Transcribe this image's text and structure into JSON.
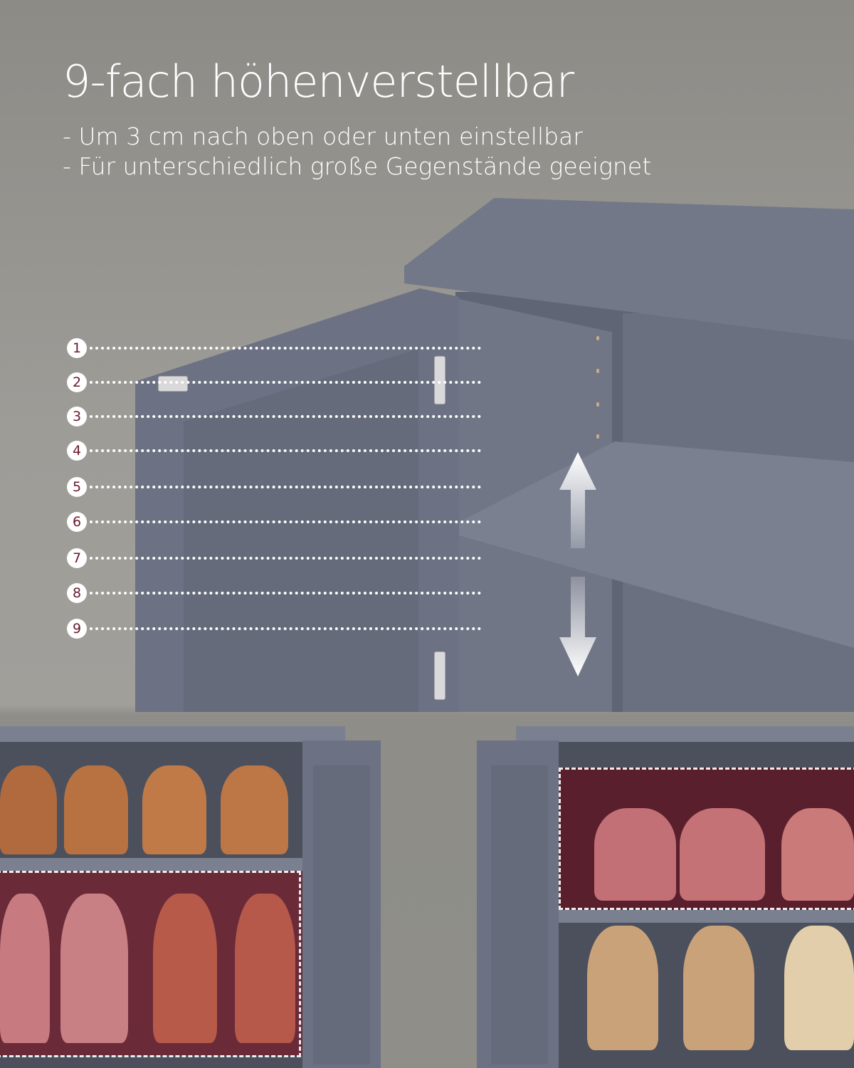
{
  "heading": {
    "title": "9-fach höhenverstellbar",
    "lines": [
      "- Um 3 cm nach oben oder unten einstellbar",
      "- Für unterschiedlich große Gegenstände geeignet"
    ]
  },
  "levels": [
    "1",
    "2",
    "3",
    "4",
    "5",
    "6",
    "7",
    "8",
    "9"
  ],
  "colors": {
    "cabinet": "#6f7585",
    "accent": "#6a1a2e",
    "highlight": "#5a1f2c"
  }
}
